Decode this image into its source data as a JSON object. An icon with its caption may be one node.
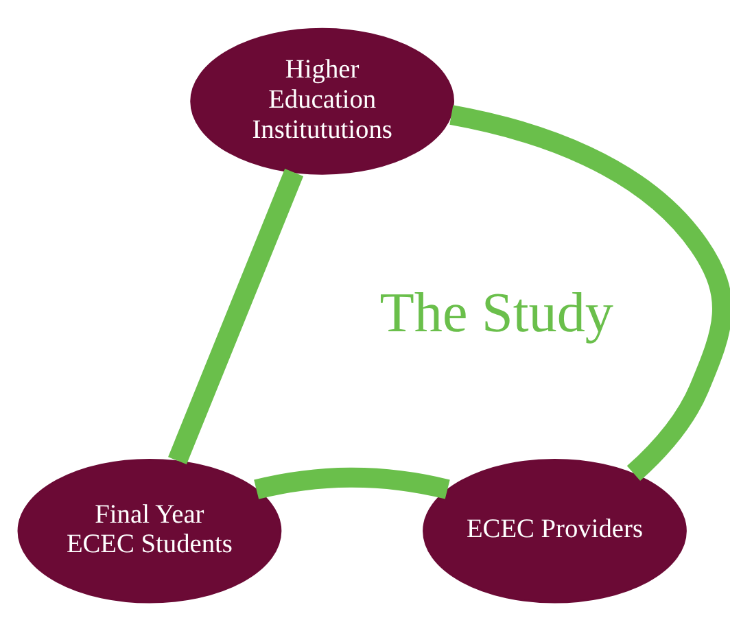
{
  "diagram": {
    "nodes": [
      {
        "text": [
          "Higher Education Institututions"
        ]
      },
      {
        "text": [
          "ECEC Providers"
        ]
      },
      {
        "text": [
          "Final Year ECEC Students"
        ]
      }
    ],
    "edges": [
      {
        "from": 0,
        "to": 2,
        "arrow": "none"
      },
      {
        "from": 2,
        "to": 1,
        "arrow": "none"
      },
      {
        "from": 1,
        "to": 0,
        "arrow": "none"
      }
    ],
    "labels": [
      "The Study"
    ]
  }
}
